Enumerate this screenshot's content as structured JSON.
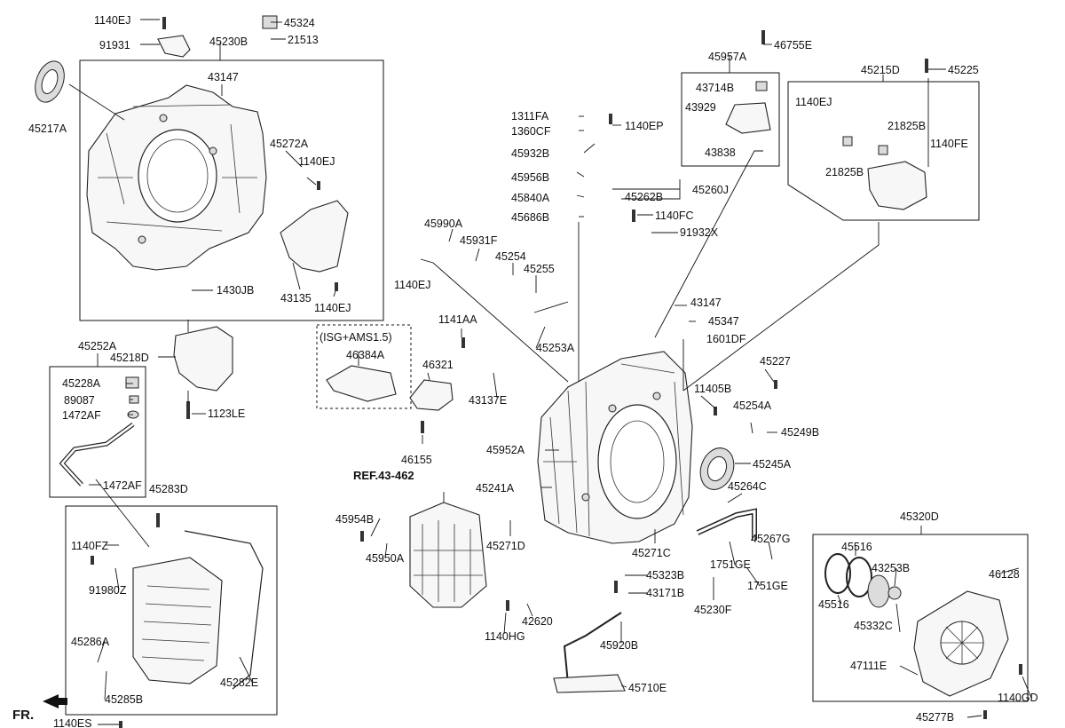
{
  "diagram": {
    "front_marker": "FR.",
    "groups": {
      "bell_housing": "45230B",
      "hose_kit": "45252A",
      "valve_cover": "45283D",
      "option_box": "(ISG+AMS1.5)",
      "sensor_bracket_kit": "45957A",
      "mount_kit": "45215D",
      "rear_cover_kit": "45320D"
    },
    "labels": [
      "1140EJ",
      "45324",
      "91931",
      "21513",
      "45230B",
      "43147",
      "45217A",
      "45272A",
      "1140EJ",
      "43135",
      "1140EJ",
      "1430JB",
      "45252A",
      "45218D",
      "45228A",
      "89087",
      "1472AF",
      "1472AF",
      "1123LE",
      "(ISG+AMS1.5)",
      "46384A",
      "1311FA",
      "1360CF",
      "1140EP",
      "45932B",
      "45956B",
      "45840A",
      "45686B",
      "45957A",
      "46755E",
      "43714B",
      "43929",
      "43838",
      "45215D",
      "45225",
      "1140EJ",
      "21825B",
      "21825B",
      "1140FE",
      "45262B",
      "45260J",
      "1140FC",
      "91932X",
      "45990A",
      "45931F",
      "45254",
      "45255",
      "1140EJ",
      "45253A",
      "1141AA",
      "46321",
      "43137E",
      "46155",
      "43147",
      "45347",
      "1601DF",
      "45227",
      "11405B",
      "45254A",
      "45249B",
      "45245A",
      "45264C",
      "45952A",
      "45241A",
      "45271D",
      "45271C",
      "45267G",
      "1751GE",
      "1751GE",
      "45323B",
      "43171B",
      "45230F",
      "REF.43-462",
      "45954B",
      "45950A",
      "42620",
      "1140HG",
      "45920B",
      "45710E",
      "45283D",
      "1140FZ",
      "91980Z",
      "45286A",
      "45285B",
      "45282E",
      "1140ES",
      "45320D",
      "45516",
      "45516",
      "43253B",
      "46128",
      "45332C",
      "47111E",
      "1140GD",
      "45277B"
    ]
  }
}
